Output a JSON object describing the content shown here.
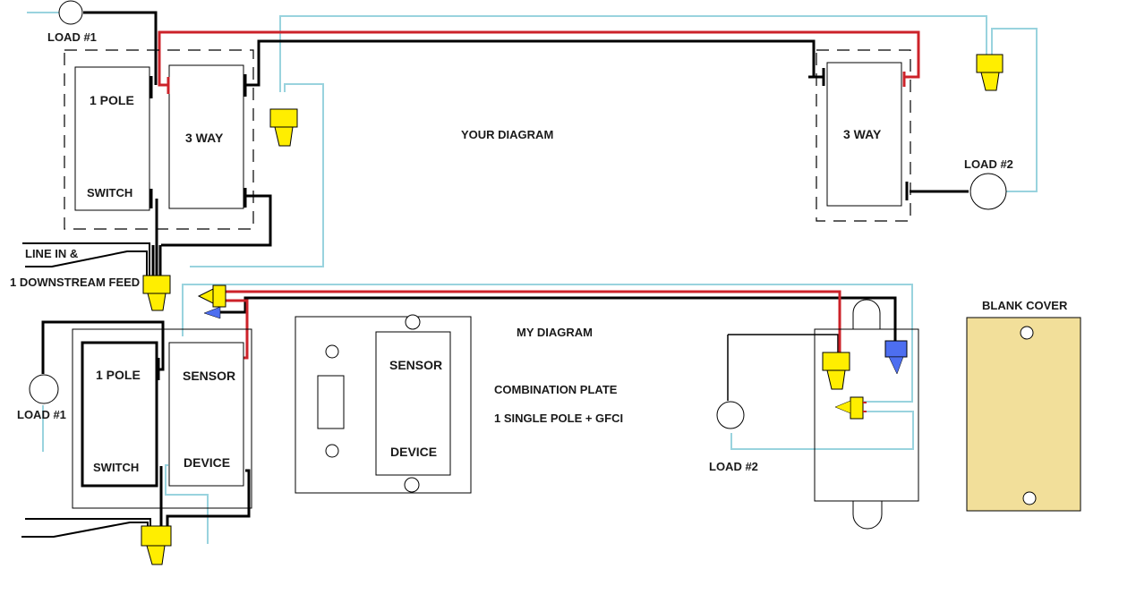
{
  "colors": {
    "hot": "#000000",
    "traveler": "#cc2229",
    "neutral": "#99d3de",
    "wirenut_yellow": "#ffee00",
    "wirenut_blue": "#4d6ef0",
    "blank_cover": "#f2df9a"
  },
  "top_diagram": {
    "title": "YOUR DIAGRAM",
    "load1_label": "LOAD #1",
    "load2_label": "LOAD #2",
    "box1": {
      "switch1_label_top": "1 POLE",
      "switch1_label_bottom": "SWITCH",
      "switch2_label": "3 WAY"
    },
    "box2": {
      "switch_label": "3 WAY"
    },
    "feed_label_line1": "LINE IN &",
    "feed_label_line2": "1 DOWNSTREAM FEED"
  },
  "bottom_diagram": {
    "title": "MY DIAGRAM",
    "load1_label": "LOAD #1",
    "load2_label": "LOAD #2",
    "box1": {
      "switch_label_top": "1 POLE",
      "switch_label_bottom": "SWITCH",
      "device_label_top": "SENSOR",
      "device_label_bottom": "DEVICE"
    },
    "plate": {
      "device_label_top": "SENSOR",
      "device_label_bottom": "DEVICE"
    },
    "plate_caption_line1": "COMBINATION PLATE",
    "plate_caption_line2": "1 SINGLE POLE + GFCI",
    "blank_cover_label": "BLANK COVER"
  }
}
